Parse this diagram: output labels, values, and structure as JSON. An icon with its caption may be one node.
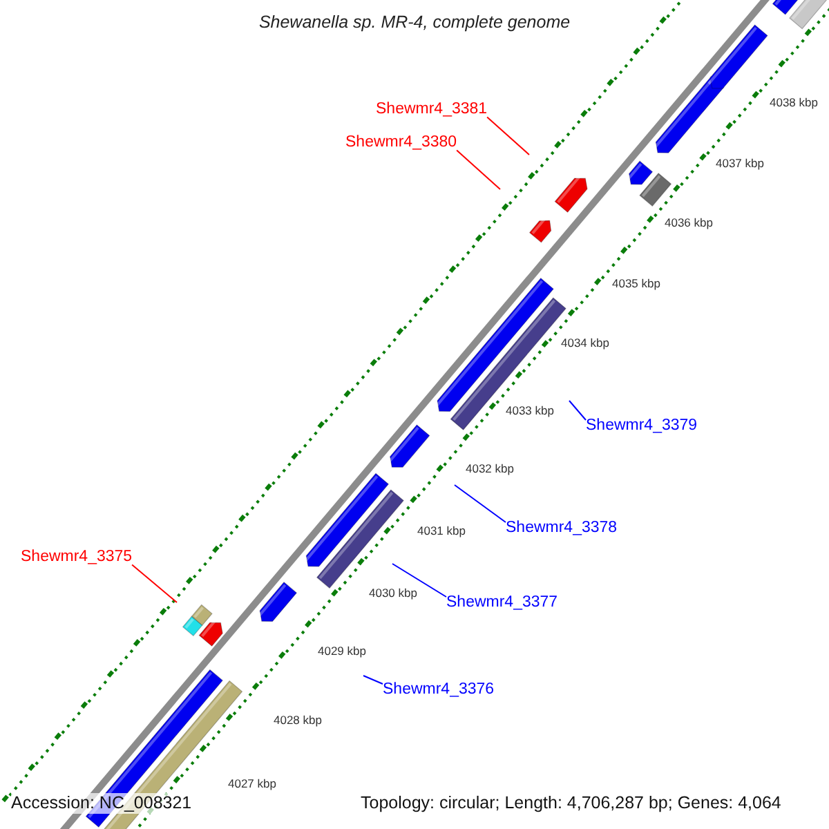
{
  "diagram": {
    "title": "Shewanella sp. MR-4, complete genome",
    "nodes": [
      {
        "text": [
          "Shewmr4_3381"
        ]
      },
      {
        "text": [
          "Shewmr4_3380"
        ]
      },
      {
        "text": [
          "Shewmr4_3379"
        ]
      },
      {
        "text": [
          "Shewmr4_3378"
        ]
      },
      {
        "text": [
          "Shewmr4_3375"
        ]
      },
      {
        "text": [
          "Shewmr4_3377"
        ]
      },
      {
        "text": [
          "Shewmr4_3376"
        ]
      }
    ],
    "edges": [
      {
        "from": 0,
        "to": null,
        "arrow": "none",
        "color": "#ff0000"
      },
      {
        "from": 1,
        "to": null,
        "arrow": "none",
        "color": "#ff0000"
      },
      {
        "from": 2,
        "to": null,
        "arrow": "none"
      },
      {
        "from": 3,
        "to": null,
        "arrow": "none"
      },
      {
        "from": 4,
        "to": null,
        "arrow": "none",
        "color": "#ff0000"
      },
      {
        "from": 5,
        "to": null,
        "arrow": "none"
      },
      {
        "from": 6,
        "to": null,
        "arrow": "none"
      }
    ],
    "labels": [
      "4038 kbp",
      "4037 kbp",
      "4036 kbp",
      "4035 kbp",
      "4034 kbp",
      "4033 kbp",
      "4032 kbp",
      "4031 kbp",
      "4030 kbp",
      "4029 kbp",
      "4028 kbp",
      "4027 kbp",
      "Accession: NC_008321",
      "Topology: circular; Length: 4,706,287 bp; Genes: 4,064"
    ]
  }
}
